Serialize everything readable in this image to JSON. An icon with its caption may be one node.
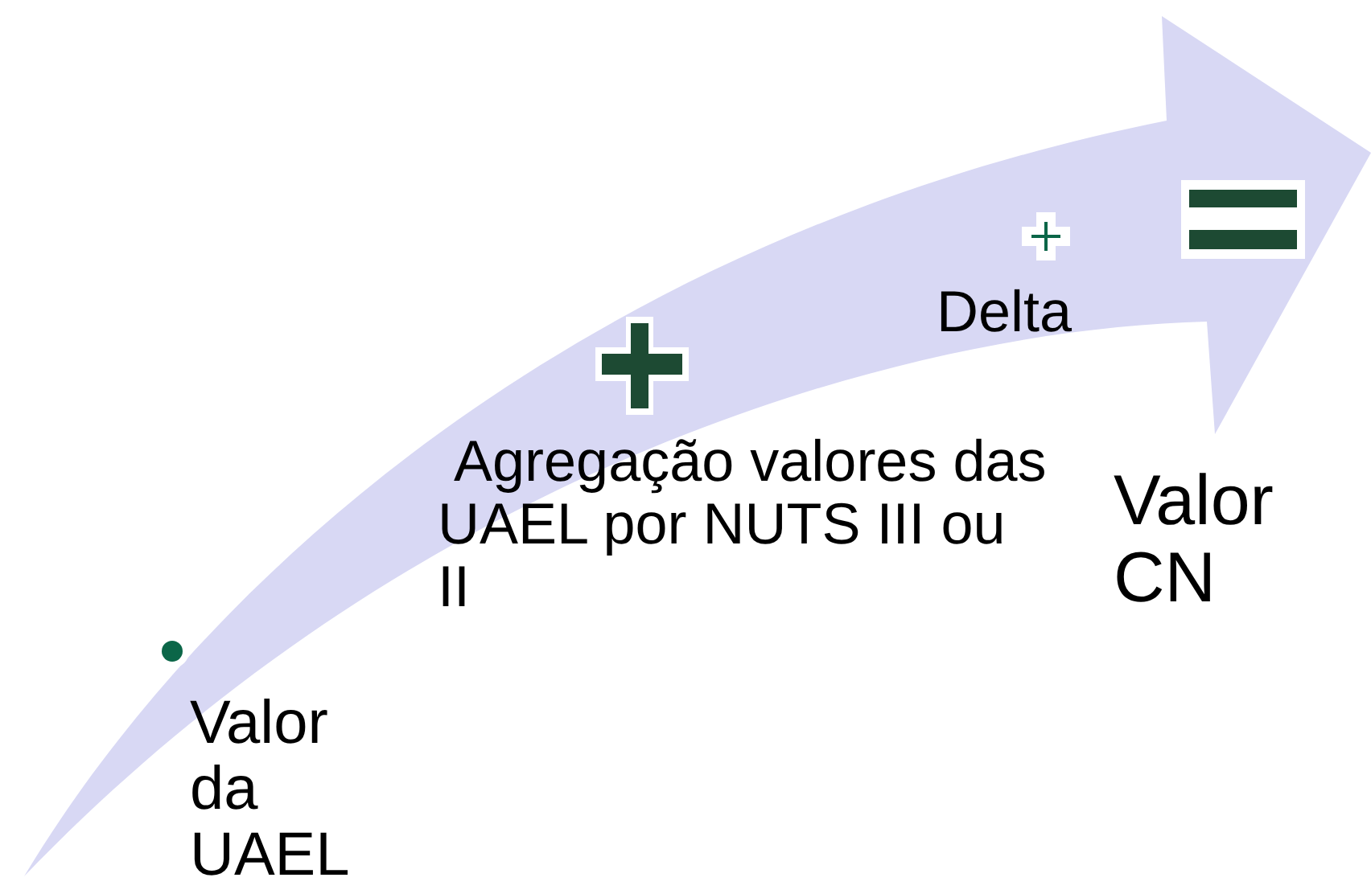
{
  "diagram": {
    "labels": [
      "Valor da UAEL",
      " Agregação valores das UAEL por NUTS III ou II",
      "Delta",
      "Valor CN"
    ]
  }
}
